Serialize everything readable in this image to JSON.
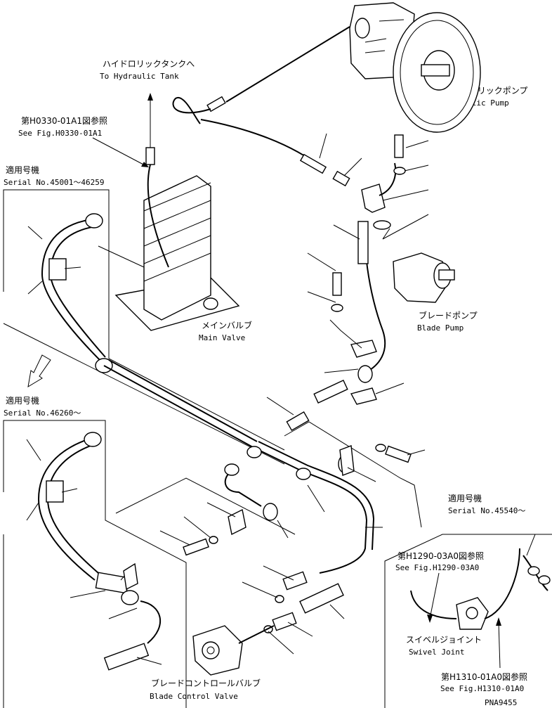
{
  "labels": {
    "to_tank_jp": "ハイドロリックタンクへ",
    "to_tank_en": "To Hydraulic Tank",
    "fig_h0330_jp": "第H0330-01A1図参照",
    "fig_h0330_en": "See Fig.H0330-01A1",
    "applicable_jp": "適用号機",
    "serial_1": "Serial No.45001～46259",
    "serial_2": "Serial No.46260～",
    "serial_3": "Serial No.45540～",
    "pump_jp": "ハイドロリックポンプ",
    "pump_en": "Hydraulic Pump",
    "main_valve_jp": "メインバルブ",
    "main_valve_en": "Main Valve",
    "blade_pump_jp": "ブレードポンプ",
    "blade_pump_en": "Blade Pump",
    "fig_h1290_jp": "第H1290-03A0図参照",
    "fig_h1290_en": "See Fig.H1290-03A0",
    "swivel_jp": "スイベルジョイント",
    "swivel_en": "Swivel Joint",
    "fig_h1310_jp": "第H1310-01A0図参照",
    "fig_h1310_en": "See Fig.H1310-01A0",
    "blade_cv_jp": "ブレードコントロールバルブ",
    "blade_cv_en": "Blade Control Valve",
    "drawing_no": "PNA9455"
  }
}
